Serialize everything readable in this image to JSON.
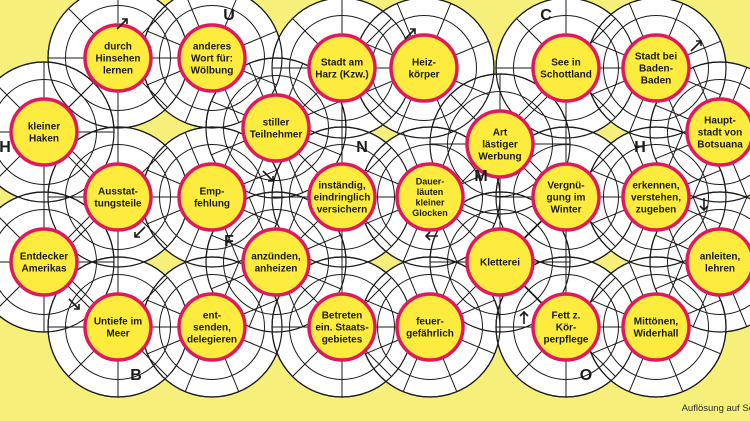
{
  "colors": {
    "background": "#f6f07a",
    "ring": "#ffffff",
    "clue_fill": "#fdeb3d",
    "clue_border": "#e0185c",
    "line": "#1a1a1a"
  },
  "clues": [
    {
      "lines": [
        "durch",
        "Hinsehen",
        "lernen"
      ]
    },
    {
      "lines": [
        "anderes",
        "Wort für:",
        "Wölbung"
      ]
    },
    {
      "lines": [
        "Stadt am",
        "Harz (Kzw.)"
      ]
    },
    {
      "lines": [
        "Heiz-",
        "körper"
      ]
    },
    {
      "lines": [
        "See in",
        "Schottland"
      ]
    },
    {
      "lines": [
        "Stadt bei",
        "Baden-",
        "Baden"
      ]
    },
    {
      "lines": [
        "kleiner",
        "Haken"
      ]
    },
    {
      "lines": [
        "stiller",
        "Teilnehmer"
      ]
    },
    {
      "lines": [
        "Art",
        "lästiger",
        "Werbung"
      ]
    },
    {
      "lines": [
        "Haupt-",
        "stadt von",
        "Botsuana"
      ]
    },
    {
      "lines": [
        "Ausstat-",
        "tungsteile"
      ]
    },
    {
      "lines": [
        "Emp-",
        "fehlung"
      ]
    },
    {
      "lines": [
        "inständig,",
        "eindringlich",
        "versichern"
      ]
    },
    {
      "lines": [
        "Dauer-",
        "läuten",
        "kleiner",
        "Glocken"
      ]
    },
    {
      "lines": [
        "Vergnü-",
        "gung im",
        "Winter"
      ]
    },
    {
      "lines": [
        "erkennen,",
        "verstehen,",
        "zugeben"
      ]
    },
    {
      "lines": [
        "Entdecker",
        "Amerikas"
      ]
    },
    {
      "lines": [
        "anzünden,",
        "anheizen"
      ]
    },
    {
      "lines": [
        "Kletterei"
      ]
    },
    {
      "lines": [
        "anleiten,",
        "lehren"
      ]
    },
    {
      "lines": [
        "Untiefe im",
        "Meer"
      ]
    },
    {
      "lines": [
        "ent-",
        "senden,",
        "delegieren"
      ]
    },
    {
      "lines": [
        "Betreten",
        "ein. Staats-",
        "gebietes"
      ]
    },
    {
      "lines": [
        "feuer-",
        "gefährlich"
      ]
    },
    {
      "lines": [
        "Fett z.",
        "Kör-",
        "perpflege"
      ]
    },
    {
      "lines": [
        "Mittönen,",
        "Widerhall"
      ]
    }
  ],
  "hint_letters": [
    "U",
    "C",
    "N",
    "M",
    "H",
    "H",
    "F",
    "B",
    "O"
  ],
  "footer": "Auflösung auf Seite"
}
